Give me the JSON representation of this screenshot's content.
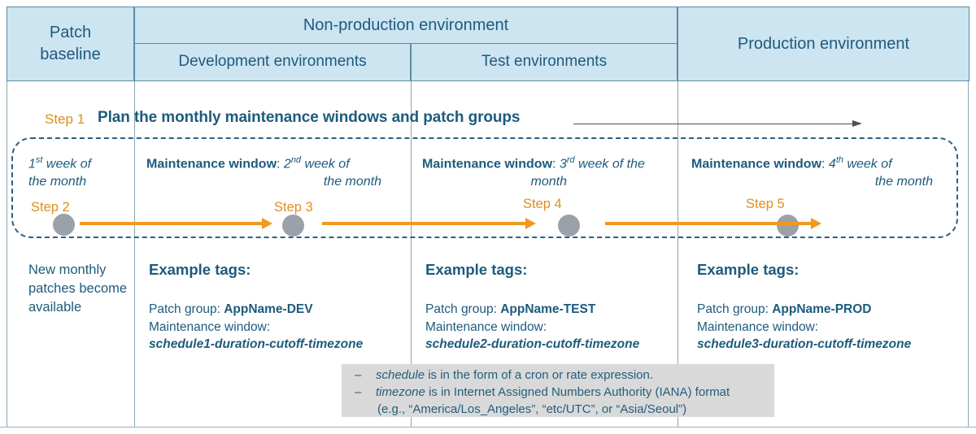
{
  "colors": {
    "header_fill": "#cde4f1",
    "header_border": "#5e8ba3",
    "grid_line": "#8aa6b4",
    "dark_text": "#1d5b7d",
    "step_orange": "#dd8f1e",
    "arrow_orange": "#f0981f",
    "dot_gray": "#9aa1a9",
    "note_bg": "#d9d9d9",
    "plan_arrow_gray": "#4f4f4f"
  },
  "header": {
    "patch_baseline": "Patch baseline",
    "non_production": "Non-production environment",
    "development": "Development environments",
    "test": "Test environments",
    "production": "Production environment"
  },
  "plan": {
    "step_label": "Step 1",
    "title": "Plan the monthly maintenance windows and patch groups"
  },
  "timeline": {
    "patch_week": {
      "ordinal": "1",
      "suffix": "st",
      "line1_rest": " week of",
      "line2": "the month"
    },
    "step2_label": "Step 2",
    "windows": [
      {
        "label": "Maintenance window",
        "sep": ": ",
        "ordinal": "2",
        "suffix": "nd",
        "line1_rest": " week of",
        "line2": "the month",
        "step": "Step 3"
      },
      {
        "label": "Maintenance window",
        "sep": ": ",
        "ordinal": "3",
        "suffix": "rd",
        "line1_rest": " week of the",
        "line2": "month",
        "step": "Step 4"
      },
      {
        "label": "Maintenance window",
        "sep": ": ",
        "ordinal": "4",
        "suffix": "th",
        "line1_rest": " week of",
        "line2": "the month",
        "step": "Step 5"
      }
    ]
  },
  "baseline_note": "New monthly patches become available",
  "example_tags": [
    {
      "heading": "Example tags:",
      "patch_group_label": "Patch group: ",
      "patch_group_value": "AppName-DEV",
      "mw_label": "Maintenance window:",
      "mw_value": "schedule1-duration-cutoff-timezone"
    },
    {
      "heading": "Example tags:",
      "patch_group_label": "Patch group: ",
      "patch_group_value": "AppName-TEST",
      "mw_label": "Maintenance window:",
      "mw_value": "schedule2-duration-cutoff-timezone"
    },
    {
      "heading": "Example tags:",
      "patch_group_label": "Patch group: ",
      "patch_group_value": "AppName-PROD",
      "mw_label": "Maintenance window:",
      "mw_value": "schedule3-duration-cutoff-timezone"
    }
  ],
  "note_box": {
    "line1_dash": "–",
    "line1_keyword": "schedule",
    "line1_rest": " is in the form of a cron or rate expression.",
    "line2_dash": "–",
    "line2_keyword": "timezone",
    "line2_rest": " is in Internet Assigned Numbers Authority (IANA) format",
    "line3": "(e.g., “America/Los_Angeles”,  “etc/UTC”, or “Asia/Seoul”)"
  }
}
